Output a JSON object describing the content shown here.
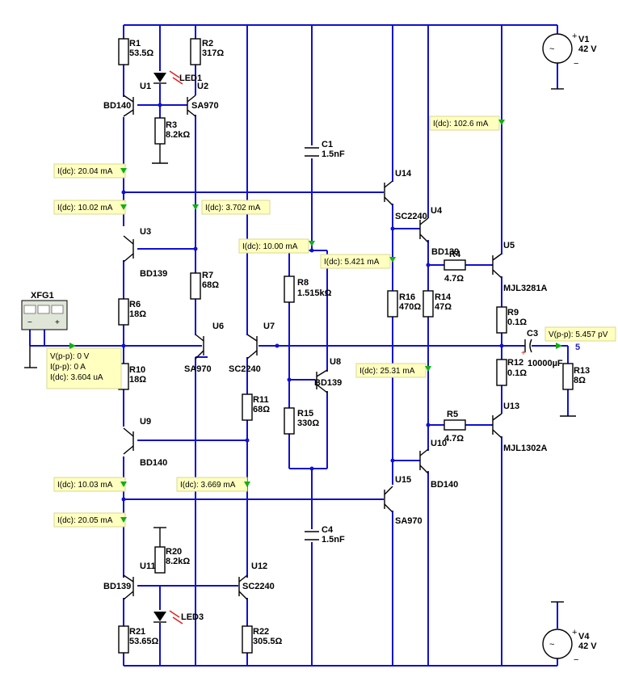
{
  "components": {
    "R1": {
      "name": "R1",
      "value": "53.5Ω"
    },
    "R2": {
      "name": "R2",
      "value": "317Ω"
    },
    "R3": {
      "name": "R3",
      "value": "8.2kΩ"
    },
    "R4": {
      "name": "R4",
      "value": "4.7Ω"
    },
    "R5": {
      "name": "R5",
      "value": "4.7Ω"
    },
    "R6": {
      "name": "R6",
      "value": "18Ω"
    },
    "R7": {
      "name": "R7",
      "value": "68Ω"
    },
    "R8": {
      "name": "R8",
      "value": "1.515kΩ"
    },
    "R9": {
      "name": "R9",
      "value": "0.1Ω"
    },
    "R10": {
      "name": "R10",
      "value": "18Ω"
    },
    "R11": {
      "name": "R11",
      "value": "68Ω"
    },
    "R12": {
      "name": "R12",
      "value": "0.1Ω"
    },
    "R13": {
      "name": "R13",
      "value": "8Ω"
    },
    "R14": {
      "name": "R14",
      "value": "47Ω"
    },
    "R15": {
      "name": "R15",
      "value": "330Ω"
    },
    "R16": {
      "name": "R16",
      "value": "470Ω"
    },
    "R20": {
      "name": "R20",
      "value": "8.2kΩ"
    },
    "R21": {
      "name": "R21",
      "value": "53.65Ω"
    },
    "R22": {
      "name": "R22",
      "value": "305.5Ω"
    },
    "C1": {
      "name": "C1",
      "value": "1.5nF"
    },
    "C3": {
      "name": "C3",
      "value": "10000µF"
    },
    "C4": {
      "name": "C4",
      "value": "1.5nF"
    },
    "V1": {
      "name": "V1",
      "value": "42 V"
    },
    "V4": {
      "name": "V4",
      "value": "42 V"
    },
    "LED1": {
      "name": "LED1"
    },
    "LED3": {
      "name": "LED3"
    },
    "XFG1": {
      "name": "XFG1"
    }
  },
  "transistors": {
    "U1": {
      "name": "U1",
      "part": "BD140"
    },
    "U2": {
      "name": "U2",
      "part": "SA970"
    },
    "U3": {
      "name": "U3",
      "part": "BD139"
    },
    "U4": {
      "name": "U4",
      "part": "BD139"
    },
    "U5": {
      "name": "U5",
      "part": "MJL3281A"
    },
    "U6": {
      "name": "U6",
      "part": "SA970"
    },
    "U7": {
      "name": "U7",
      "part": "SC2240"
    },
    "U8": {
      "name": "U8",
      "part": "BD139"
    },
    "U9": {
      "name": "U9",
      "part": "BD140"
    },
    "U10": {
      "name": "U10",
      "part": "BD140"
    },
    "U11": {
      "name": "U11",
      "part": "BD139"
    },
    "U12": {
      "name": "U12",
      "part": "SC2240"
    },
    "U13": {
      "name": "U13",
      "part": "MJL1302A"
    },
    "U14": {
      "name": "U14",
      "part": "SC2240"
    },
    "U15": {
      "name": "U15",
      "part": "SA970"
    }
  },
  "probes": {
    "p1": "I(dc): 20.04 mA",
    "p2": "I(dc): 10.02 mA",
    "p3": "I(dc): 3.702 mA",
    "p4": "I(dc): 10.00 mA",
    "p5": "I(dc): 5.421 mA",
    "p6": "I(dc): 102.6 mA",
    "p7": "I(dc): 25.31 mA",
    "p8": "I(dc): 10.03 mA",
    "p9": "I(dc): 3.669 mA",
    "p10": "I(dc): 20.05 mA",
    "p11": "V(p-p): 5.457 pV",
    "p12a": "V(p-p): 0 V",
    "p12b": "I(p-p): 0 A",
    "p12c": "I(dc): 3.604 uA"
  },
  "net_label": "5",
  "colors": {
    "wire": "#1010d0",
    "probe_bg": "#ffffc0",
    "arrow": "#10b010",
    "led": "#e02020"
  }
}
